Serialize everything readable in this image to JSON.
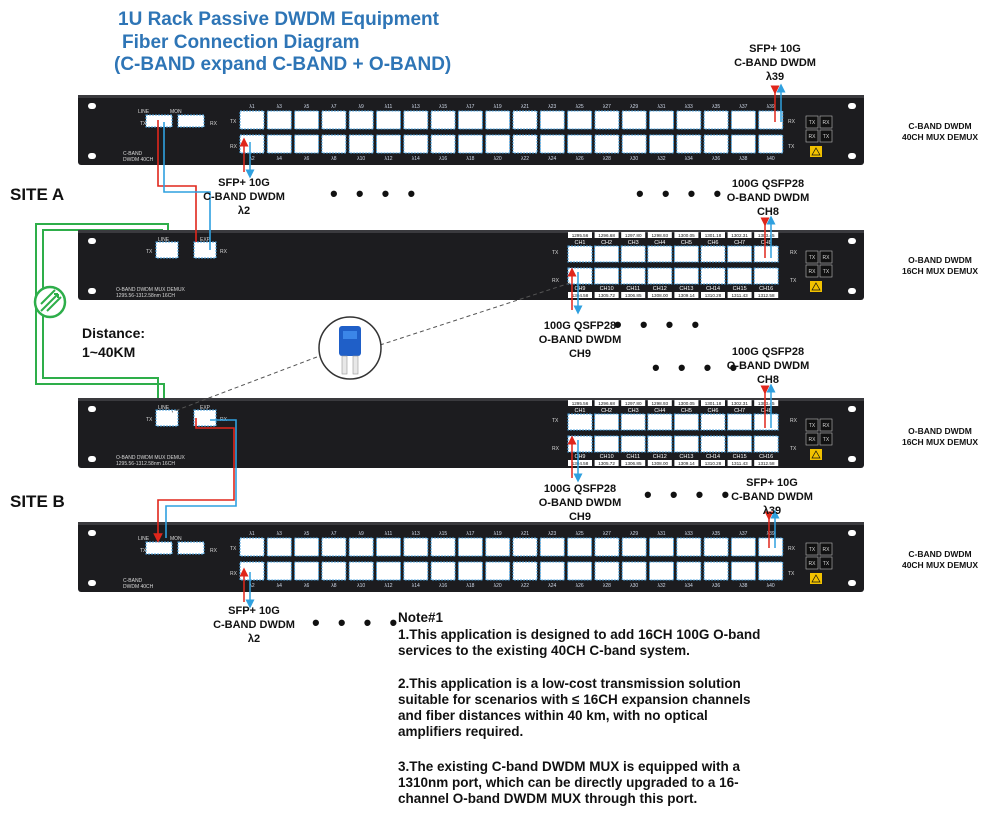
{
  "title": {
    "line1": "1U Rack Passive DWDM Equipment",
    "line2": "Fiber Connection Diagram",
    "line3": "(C-BAND expand C-BAND + O-BAND)"
  },
  "sites": {
    "a": "SITE A",
    "b": "SITE B"
  },
  "distance": {
    "label": "Distance:",
    "value": "1~40KM"
  },
  "colors": {
    "title": "#2e75b6",
    "fiber_green": "#2eae4a",
    "fiber_red": "#e0261b",
    "fiber_blue": "#2fa0df",
    "chassis": "#1c1c1f",
    "port": "#4aa3e0"
  },
  "cband_panel": {
    "port_labels": {
      "line": "LINE",
      "mon": "MON",
      "tx": "TX",
      "rx": "RX"
    },
    "model": [
      "C-BAND",
      "DWDM 40CH"
    ],
    "top_lambdas": [
      "λ1",
      "λ3",
      "λ5",
      "λ7",
      "λ9",
      "λ11",
      "λ13",
      "λ15",
      "λ17",
      "λ19",
      "λ21",
      "λ23",
      "λ25",
      "λ27",
      "λ29",
      "λ31",
      "λ33",
      "λ35",
      "λ37",
      "λ39"
    ],
    "bottom_lambdas": [
      "λ2",
      "λ4",
      "λ6",
      "λ8",
      "λ10",
      "λ12",
      "λ14",
      "λ16",
      "λ18",
      "λ20",
      "λ22",
      "λ24",
      "λ26",
      "λ28",
      "λ30",
      "λ32",
      "λ34",
      "λ36",
      "λ38",
      "λ40"
    ],
    "side_label": [
      "C-BAND DWDM",
      "40CH MUX DEMUX"
    ]
  },
  "oband_panel": {
    "port_labels": {
      "line": "LINE",
      "exp": "EXP",
      "tx": "TX",
      "rx": "RX"
    },
    "model": [
      "O-BAND DWDM MUX DEMUX",
      "1295.56-1312.58nm 16CH"
    ],
    "top_channels": [
      "CH1",
      "CH2",
      "CH3",
      "CH4",
      "CH5",
      "CH6",
      "CH7",
      "CH8"
    ],
    "top_freqs": [
      "1295.56",
      "1296.68",
      "1297.80",
      "1298.93",
      "1300.05",
      "1301.18",
      "1302.31",
      "1303.45"
    ],
    "bottom_channels": [
      "CH9",
      "CH10",
      "CH11",
      "CH12",
      "CH13",
      "CH14",
      "CH15",
      "CH16"
    ],
    "bottom_freqs": [
      "1304.58",
      "1305.72",
      "1306.85",
      "1308.00",
      "1309.14",
      "1310.28",
      "1311.43",
      "1312.58"
    ],
    "side_label": [
      "O-BAND DWDM",
      "16CH MUX DEMUX"
    ]
  },
  "callouts": {
    "sfp_l39_top": [
      "SFP+ 10G",
      "C-BAND DWDM",
      "λ39"
    ],
    "sfp_l2_top": [
      "SFP+ 10G",
      "C-BAND DWDM",
      "λ2"
    ],
    "qsfp_ch8_a": [
      "100G QSFP28",
      "O-BAND DWDM",
      "CH8"
    ],
    "qsfp_ch9_a": [
      "100G QSFP28",
      "O-BAND DWDM",
      "CH9"
    ],
    "qsfp_ch8_b": [
      "100G QSFP28",
      "O-BAND DWDM",
      "CH8"
    ],
    "qsfp_ch9_b": [
      "100G QSFP28",
      "O-BAND DWDM",
      "CH9"
    ],
    "sfp_l39_bottom": [
      "SFP+ 10G",
      "C-BAND DWDM",
      "λ39"
    ],
    "sfp_l2_bottom": [
      "SFP+ 10G",
      "C-BAND DWDM",
      "λ2"
    ]
  },
  "notes": {
    "heading": "Note#1",
    "items": [
      [
        "1.This application is designed to add 16CH 100G O-band",
        "services to the existing 40CH C-band system."
      ],
      [
        "2.This application is a low-cost transmission solution",
        "suitable for scenarios with ≤ 16CH expansion channels",
        "and fiber distances within 40 km, with no optical",
        "amplifiers required."
      ],
      [
        "3.The existing C-band DWDM MUX is equipped with a",
        "1310nm port, which can be directly upgraded to a 16-",
        "channel O-band DWDM MUX through this port."
      ]
    ]
  }
}
